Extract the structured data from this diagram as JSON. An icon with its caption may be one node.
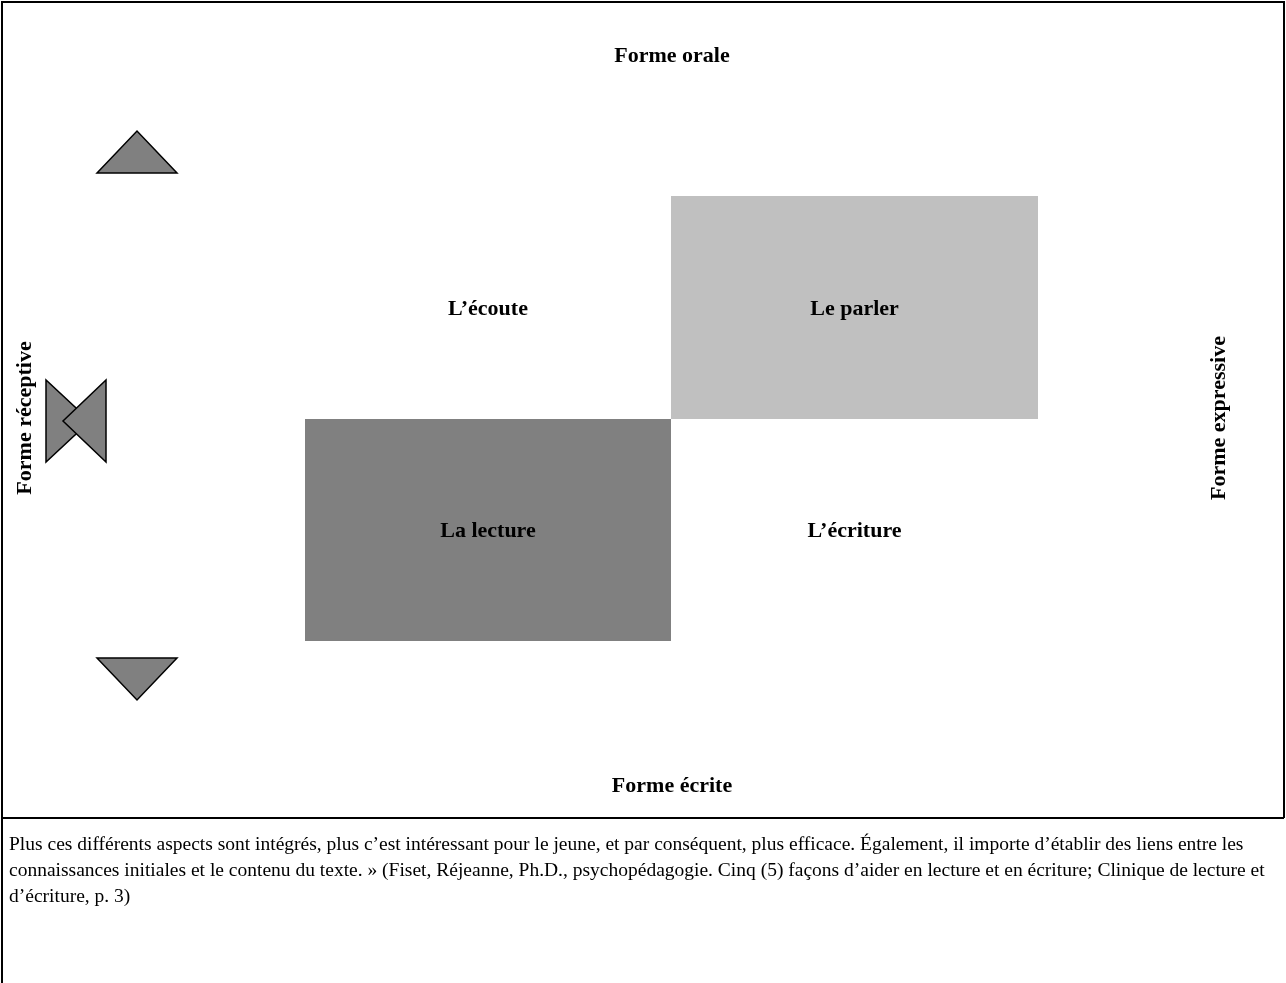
{
  "diagram": {
    "nodes": [
      {
        "text": [
          "L’écoute"
        ]
      },
      {
        "text": [
          "Le parler"
        ]
      },
      {
        "text": [
          "La lecture"
        ]
      },
      {
        "text": [
          "L’écriture"
        ]
      }
    ],
    "labels": [
      "Forme orale",
      "Forme réceptive",
      "Forme expressive",
      "Forme écrite",
      "Plus ces différents aspects sont intégrés, plus c’est intéressant pour le jeune, et par conséquent, plus efficace. Également, il importe d’établir des liens entre les connaissances initiales et le contenu du texte. » (Fiset, Réjeanne, Ph.D., psychopédagogie. Cinq (5) façons d’aider en lecture et en écriture; Clinique de lecture et d’écriture, p. 3)"
    ]
  }
}
